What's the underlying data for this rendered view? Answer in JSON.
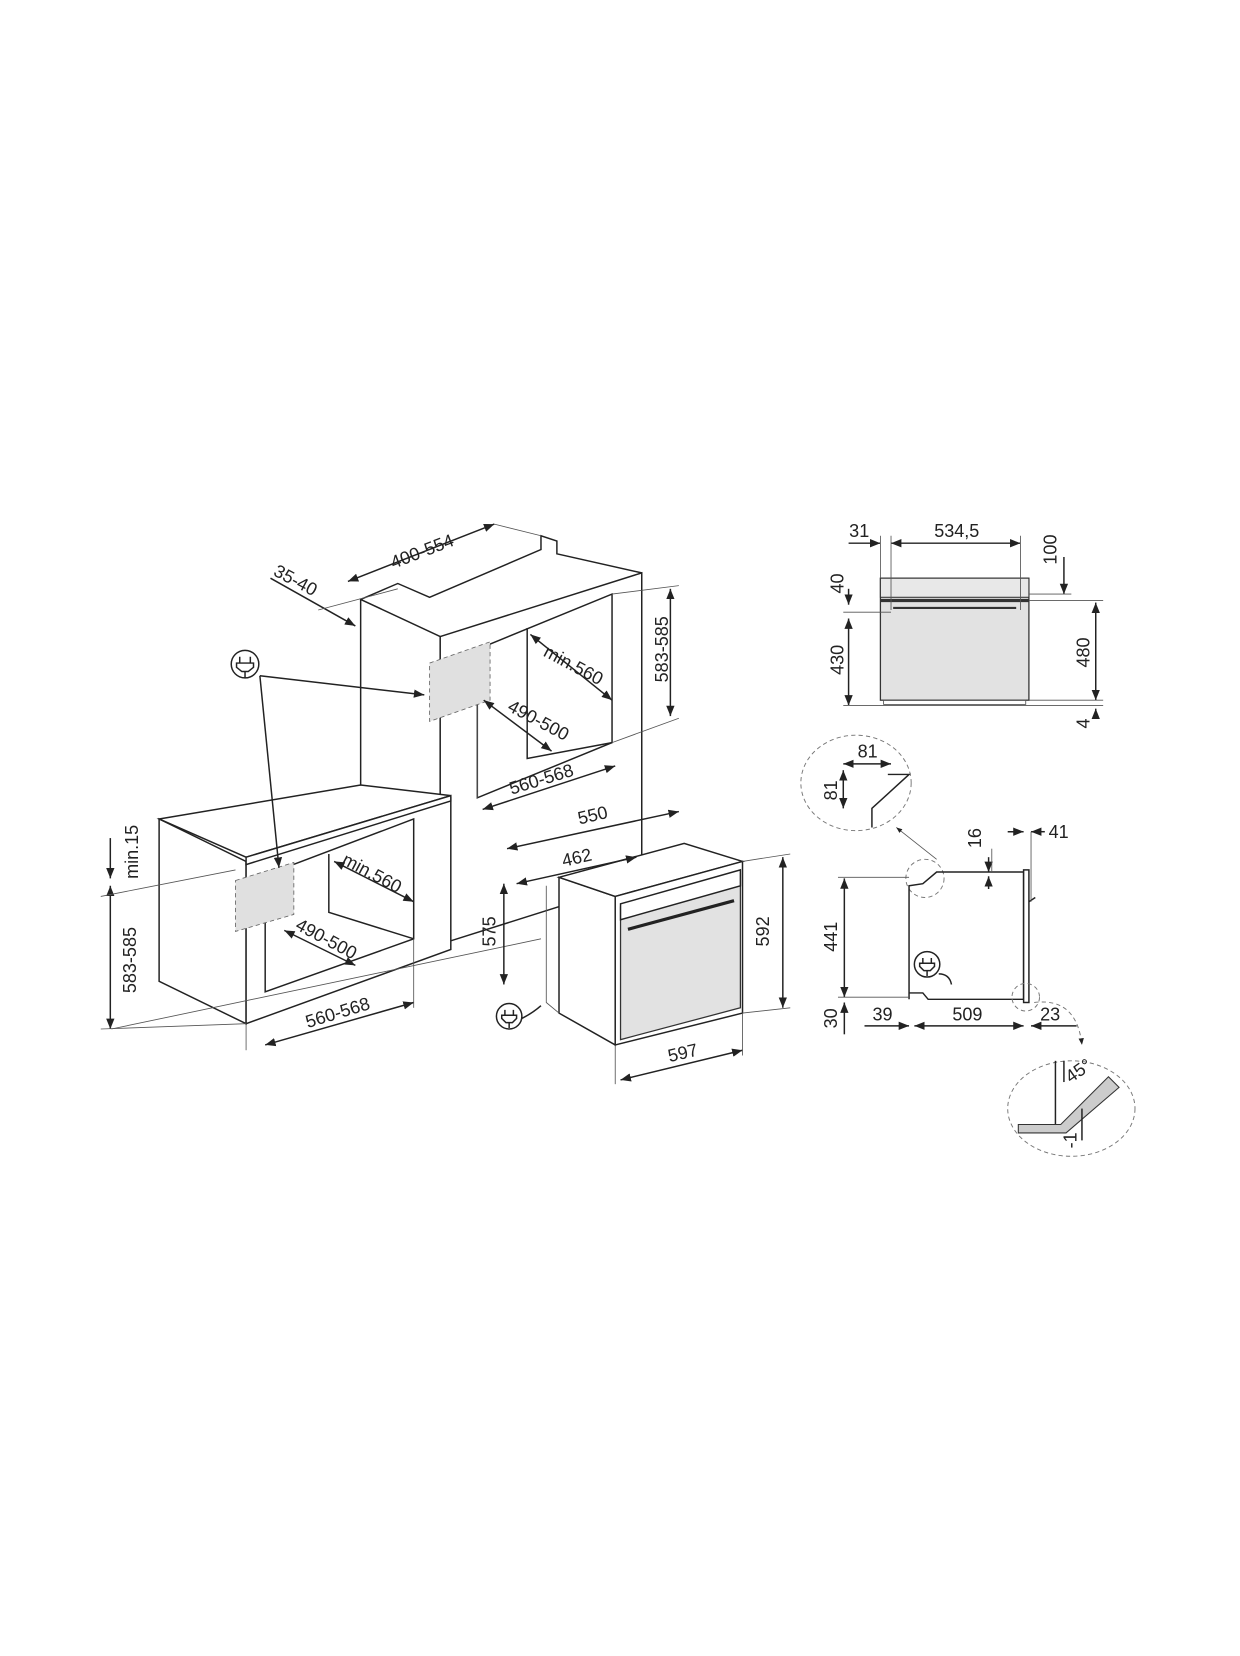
{
  "diagram": {
    "left_view": {
      "depth_range": "400-554",
      "gap_range": "35-40",
      "tall_height": "583-585",
      "tall_depth_min": "min.560",
      "tall_opening_depth": "490-500",
      "tall_width": "560-568",
      "base_clearance": "min.15",
      "base_height": "583-585",
      "base_depth_min": "min.560",
      "base_opening_depth": "490-500",
      "base_width": "560-568",
      "plug_icon": "power-plug-icon"
    },
    "oven_view": {
      "depth_total": "550",
      "depth_body": "462",
      "body_height": "575",
      "front_height": "592",
      "front_width": "597"
    },
    "front_view": {
      "left_offset": "31",
      "handle_width": "534,5",
      "top_offset": "100",
      "panel_height": "40",
      "door_height": "430",
      "total_height": "480",
      "bottom_gap": "4"
    },
    "side_view": {
      "chamfer_w": "81",
      "chamfer_h": "81",
      "top_gap": "16",
      "door_depth": "41",
      "body_height": "441",
      "base_height": "30",
      "back_offset": "39",
      "body_depth": "509",
      "front_offset": "23",
      "angle": "45°",
      "step": "-1"
    }
  }
}
